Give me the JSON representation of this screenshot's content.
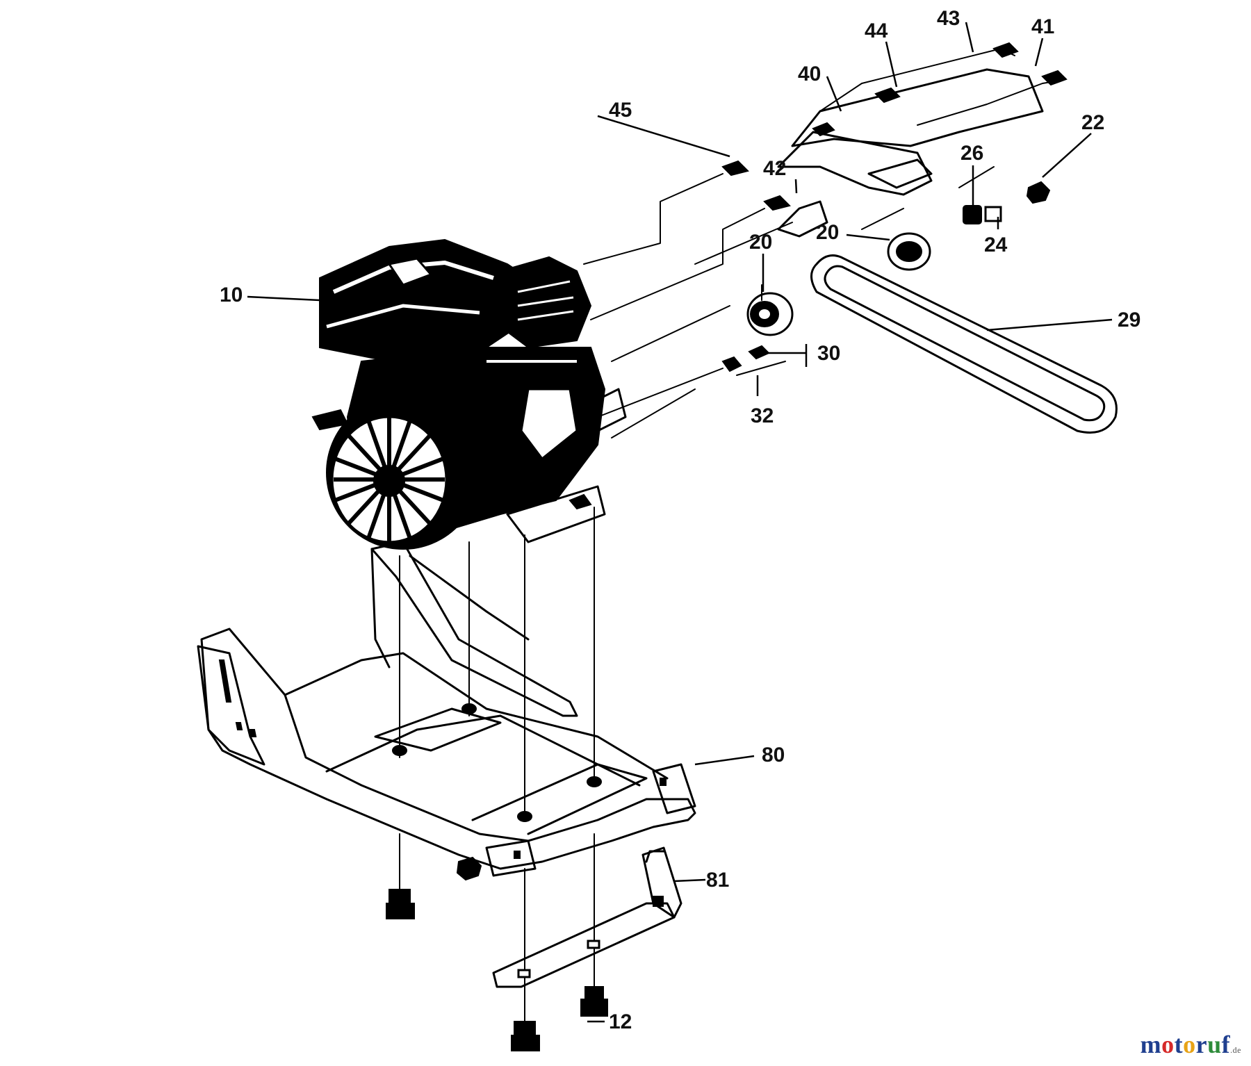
{
  "diagram": {
    "callouts": [
      {
        "id": "10",
        "label": "10"
      },
      {
        "id": "12",
        "label": "12"
      },
      {
        "id": "20a",
        "label": "20"
      },
      {
        "id": "20b",
        "label": "20"
      },
      {
        "id": "22",
        "label": "22"
      },
      {
        "id": "24",
        "label": "24"
      },
      {
        "id": "26",
        "label": "26"
      },
      {
        "id": "29",
        "label": "29"
      },
      {
        "id": "30",
        "label": "30"
      },
      {
        "id": "32",
        "label": "32"
      },
      {
        "id": "40",
        "label": "40"
      },
      {
        "id": "41",
        "label": "41"
      },
      {
        "id": "42",
        "label": "42"
      },
      {
        "id": "43",
        "label": "43"
      },
      {
        "id": "44",
        "label": "44"
      },
      {
        "id": "45",
        "label": "45"
      },
      {
        "id": "80",
        "label": "80"
      },
      {
        "id": "81",
        "label": "81"
      }
    ]
  },
  "logo": {
    "letters": [
      {
        "ch": "m",
        "color": "#1f3f8f"
      },
      {
        "ch": "o",
        "color": "#d62a2a"
      },
      {
        "ch": "t",
        "color": "#1f3f8f"
      },
      {
        "ch": "o",
        "color": "#e8a317"
      },
      {
        "ch": "r",
        "color": "#1f3f8f"
      },
      {
        "ch": "u",
        "color": "#2e8b3a"
      },
      {
        "ch": "f",
        "color": "#1f3f8f"
      }
    ],
    "suffix": ".de"
  }
}
